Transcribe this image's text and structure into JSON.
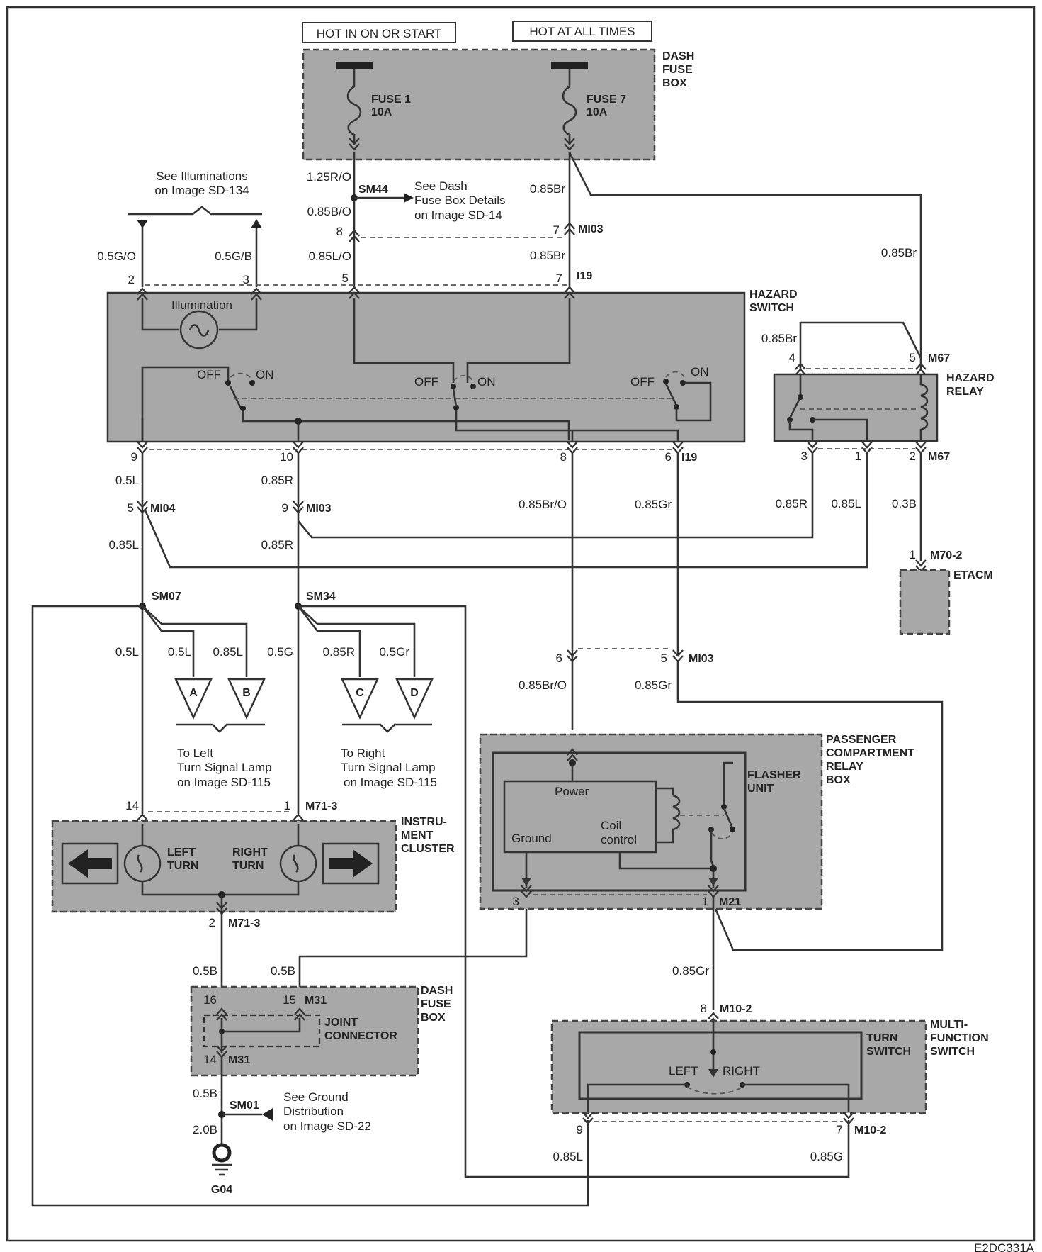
{
  "headers": {
    "hot_run": "HOT IN ON OR START",
    "hot_always": "HOT AT ALL TIMES"
  },
  "components": {
    "dash_fuse_box_1": "DASH",
    "dash_fuse_box_2": "FUSE",
    "dash_fuse_box_3": "BOX",
    "fuse1_name": "FUSE 1",
    "fuse1_rating": "10A",
    "fuse7_name": "FUSE 7",
    "fuse7_rating": "10A",
    "hazard_switch_1": "HAZARD",
    "hazard_switch_2": "SWITCH",
    "illumination": "Illumination",
    "hazard_relay_1": "HAZARD",
    "hazard_relay_2": "RELAY",
    "etacm": "ETACM",
    "pcrb_1": "PASSENGER",
    "pcrb_2": "COMPARTMENT",
    "pcrb_3": "RELAY",
    "pcrb_4": "BOX",
    "flasher_1": "FLASHER",
    "flasher_2": "UNIT",
    "power": "Power",
    "ground": "Ground",
    "coil_1": "Coil",
    "coil_2": "control",
    "cluster_1": "INSTRU-",
    "cluster_2": "MENT",
    "cluster_3": "CLUSTER",
    "left_turn_1": "LEFT",
    "left_turn_2": "TURN",
    "right_turn_1": "RIGHT",
    "right_turn_2": "TURN",
    "joint_1": "JOINT",
    "joint_2": "CONNECTOR",
    "dfb2_1": "DASH",
    "dfb2_2": "FUSE",
    "dfb2_3": "BOX",
    "mfs_1": "MULTI-",
    "mfs_2": "FUNCTION",
    "mfs_3": "SWITCH",
    "turn_sw_1": "TURN",
    "turn_sw_2": "SWITCH",
    "left": "LEFT",
    "right": "RIGHT",
    "off": "OFF",
    "on": "ON",
    "ground_point": "G04",
    "figure_id": "E2DC331A"
  },
  "notes": {
    "illum_1": "See Illuminations",
    "illum_2": "on Image SD-134",
    "dash_1": "See Dash",
    "dash_2": "Fuse Box Details",
    "dash_3": "on Image SD-14",
    "left_lamp_1": "To Left",
    "left_lamp_2": "Turn Signal Lamp",
    "left_lamp_3": "on Image SD-115",
    "right_lamp_1": "To Right",
    "right_lamp_2": "Turn Signal Lamp",
    "right_lamp_3": "on Image SD-115",
    "ground_1": "See Ground",
    "ground_2": "Distribution",
    "ground_3": "on Image SD-22"
  },
  "connectors": {
    "sm44": "SM44",
    "mi03": "MI03",
    "i19": "I19",
    "m67": "M67",
    "mi04": "MI04",
    "m70_2": "M70-2",
    "sm07": "SM07",
    "sm34": "SM34",
    "m21": "M21",
    "m71_3": "M71-3",
    "m31": "M31",
    "sm01": "SM01",
    "m10_2": "M10-2"
  },
  "wires": {
    "w125ro": "1.25R/O",
    "w085bo": "0.85B/O",
    "w085lo": "0.85L/O",
    "w085br": "0.85Br",
    "w05go": "0.5G/O",
    "w05gb": "0.5G/B",
    "w05l": "0.5L",
    "w085l": "0.85L",
    "w085r": "0.85R",
    "w085bro": "0.85Br/O",
    "w085gr": "0.85Gr",
    "w03b": "0.3B",
    "w05g": "0.5G",
    "w05gr": "0.5Gr",
    "w05b": "0.5B",
    "w20b": "2.0B",
    "w085g": "0.85G"
  },
  "pins": {
    "p1": "1",
    "p2": "2",
    "p3": "3",
    "p4": "4",
    "p5": "5",
    "p6": "6",
    "p7": "7",
    "p8": "8",
    "p9": "9",
    "p10": "10",
    "p14": "14",
    "p15": "15",
    "p16": "16"
  },
  "plugs": {
    "a": "A",
    "b": "B",
    "c": "C",
    "d": "D"
  }
}
